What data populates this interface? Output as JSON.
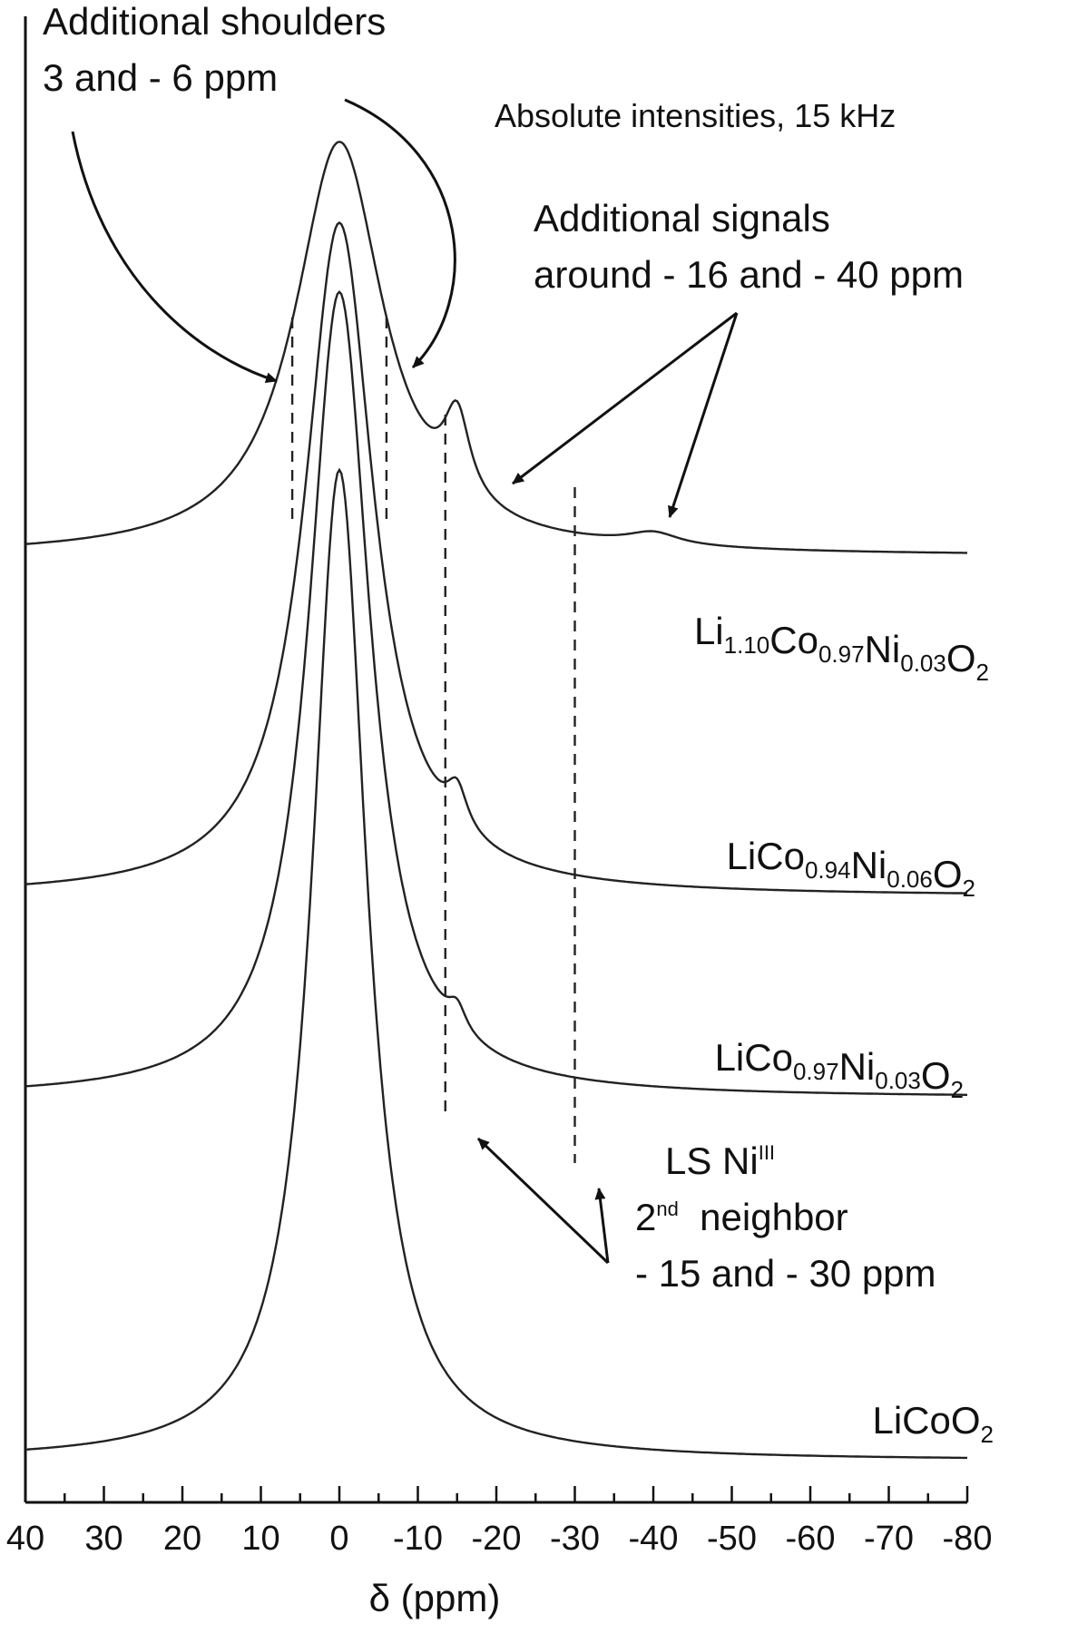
{
  "chart_data": {
    "type": "line",
    "title": "Absolute intensities, 15 kHz",
    "xlabel": "δ (ppm)",
    "ylabel": "",
    "xlim": [
      40,
      -80
    ],
    "x_ticks": [
      40,
      30,
      20,
      10,
      0,
      -10,
      -20,
      -30,
      -40,
      -50,
      -60,
      -70,
      -80
    ],
    "x_tick_labels": [
      "40",
      "30",
      "20",
      "10",
      "0",
      "-10",
      "-20",
      "-30",
      "-40",
      "-50",
      "-60",
      "-70",
      "-80"
    ],
    "y_units": "absolute intensity (arbitrary, stacked)",
    "grid": false,
    "legend": "none (series labeled beside each trace)",
    "series": [
      {
        "formula": {
          "parts": [
            [
              "Li",
              ""
            ],
            [
              "1.10",
              "sub"
            ],
            [
              "Co",
              ""
            ],
            [
              "0.97",
              "sub"
            ],
            [
              "Ni",
              ""
            ],
            [
              "0.03",
              "sub"
            ],
            [
              "O",
              ""
            ],
            [
              "2",
              "sub"
            ]
          ]
        },
        "peaks": [
          {
            "position_ppm": 0,
            "relative_height": 1.0
          },
          {
            "position_ppm": -15,
            "relative_height": 0.2
          },
          {
            "position_ppm": -40,
            "relative_height": 0.03
          }
        ]
      },
      {
        "formula": {
          "parts": [
            [
              "LiCo",
              ""
            ],
            [
              "0.94",
              "sub"
            ],
            [
              "Ni",
              ""
            ],
            [
              "0.06",
              "sub"
            ],
            [
              "O",
              ""
            ],
            [
              "2",
              "sub"
            ]
          ]
        },
        "peaks": [
          {
            "position_ppm": 0,
            "relative_height": 1.0
          },
          {
            "position_ppm": -15,
            "relative_height": 0.06
          }
        ]
      },
      {
        "formula": {
          "parts": [
            [
              "LiCo",
              ""
            ],
            [
              "0.97",
              "sub"
            ],
            [
              "Ni",
              ""
            ],
            [
              "0.03",
              "sub"
            ],
            [
              "O",
              ""
            ],
            [
              "2",
              "sub"
            ]
          ]
        },
        "peaks": [
          {
            "position_ppm": 0,
            "relative_height": 1.0
          },
          {
            "position_ppm": -15,
            "relative_height": 0.03
          }
        ]
      },
      {
        "formula": {
          "parts": [
            [
              "LiCoO",
              ""
            ],
            [
              "2",
              "sub"
            ]
          ]
        },
        "peaks": [
          {
            "position_ppm": 0,
            "relative_height": 1.0
          }
        ]
      }
    ],
    "reference_lines_ppm": [
      {
        "ppm": 6,
        "style": "dashed"
      },
      {
        "ppm": -6,
        "style": "dashed"
      },
      {
        "ppm": -13.5,
        "style": "dashed"
      },
      {
        "ppm": -30,
        "style": "dashed"
      }
    ],
    "annotations": [
      {
        "lines": [
          "Additional shoulders",
          "3 and - 6 ppm"
        ]
      },
      {
        "lines": [
          "Absolute intensities, 15 kHz"
        ]
      },
      {
        "lines": [
          "Additional signals",
          "around - 16 and - 40 ppm"
        ]
      },
      {
        "lines": [
          "LS Ni|III",
          "2|nd neighbor",
          "- 15 and - 30 ppm"
        ]
      }
    ]
  }
}
